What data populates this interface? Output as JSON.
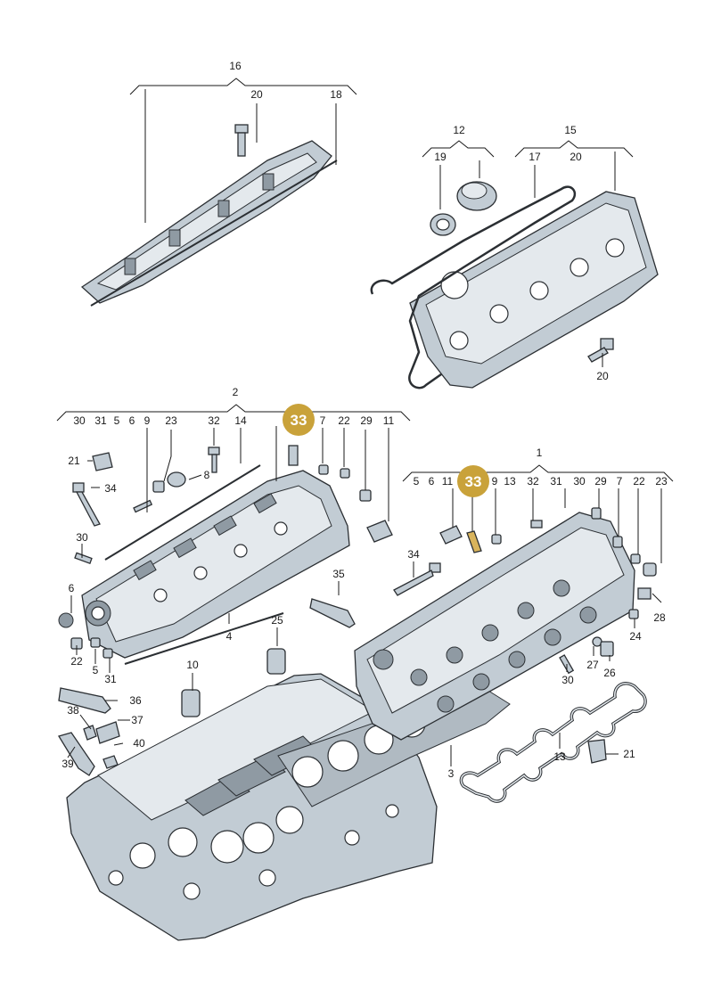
{
  "highlight": {
    "label": "33",
    "color": "#c9a23a"
  },
  "colors": {
    "part_fill": "#c2ccd4",
    "outline": "#2b2f33",
    "background": "#ffffff"
  },
  "labels": [
    {
      "id": "l16",
      "text": "16"
    },
    {
      "id": "l20a",
      "text": "20"
    },
    {
      "id": "l18",
      "text": "18"
    },
    {
      "id": "l12",
      "text": "12"
    },
    {
      "id": "l15",
      "text": "15"
    },
    {
      "id": "l19",
      "text": "19"
    },
    {
      "id": "l17",
      "text": "17"
    },
    {
      "id": "l20b",
      "text": "20"
    },
    {
      "id": "l20c",
      "text": "20"
    },
    {
      "id": "l2",
      "text": "2"
    },
    {
      "id": "l30a",
      "text": "30"
    },
    {
      "id": "l31a",
      "text": "31"
    },
    {
      "id": "l5a",
      "text": "5"
    },
    {
      "id": "l6a",
      "text": "6"
    },
    {
      "id": "l9a",
      "text": "9"
    },
    {
      "id": "l23a",
      "text": "23"
    },
    {
      "id": "l32a",
      "text": "32"
    },
    {
      "id": "l14",
      "text": "14"
    },
    {
      "id": "l7a",
      "text": "7"
    },
    {
      "id": "l22a",
      "text": "22"
    },
    {
      "id": "l29a",
      "text": "29"
    },
    {
      "id": "l11a",
      "text": "11"
    },
    {
      "id": "l21a",
      "text": "21"
    },
    {
      "id": "l34a",
      "text": "34"
    },
    {
      "id": "l8",
      "text": "8"
    },
    {
      "id": "l30b",
      "text": "30"
    },
    {
      "id": "l6b",
      "text": "6"
    },
    {
      "id": "l22b",
      "text": "22"
    },
    {
      "id": "l5b",
      "text": "5"
    },
    {
      "id": "l31b",
      "text": "31"
    },
    {
      "id": "l4",
      "text": "4"
    },
    {
      "id": "l35",
      "text": "35"
    },
    {
      "id": "l25",
      "text": "25"
    },
    {
      "id": "l10",
      "text": "10"
    },
    {
      "id": "l36",
      "text": "36"
    },
    {
      "id": "l38",
      "text": "38"
    },
    {
      "id": "l37",
      "text": "37"
    },
    {
      "id": "l40",
      "text": "40"
    },
    {
      "id": "l39",
      "text": "39"
    },
    {
      "id": "l1",
      "text": "1"
    },
    {
      "id": "l5c",
      "text": "5"
    },
    {
      "id": "l6c",
      "text": "6"
    },
    {
      "id": "l11b",
      "text": "11"
    },
    {
      "id": "l9b",
      "text": "9"
    },
    {
      "id": "l13a",
      "text": "13"
    },
    {
      "id": "l32b",
      "text": "32"
    },
    {
      "id": "l31c",
      "text": "31"
    },
    {
      "id": "l30c",
      "text": "30"
    },
    {
      "id": "l29b",
      "text": "29"
    },
    {
      "id": "l7b",
      "text": "7"
    },
    {
      "id": "l22c",
      "text": "22"
    },
    {
      "id": "l23b",
      "text": "23"
    },
    {
      "id": "l34b",
      "text": "34"
    },
    {
      "id": "l28",
      "text": "28"
    },
    {
      "id": "l24",
      "text": "24"
    },
    {
      "id": "l27",
      "text": "27"
    },
    {
      "id": "l26",
      "text": "26"
    },
    {
      "id": "l30d",
      "text": "30"
    },
    {
      "id": "l3",
      "text": "3"
    },
    {
      "id": "l13b",
      "text": "13"
    },
    {
      "id": "l21b",
      "text": "21"
    }
  ]
}
